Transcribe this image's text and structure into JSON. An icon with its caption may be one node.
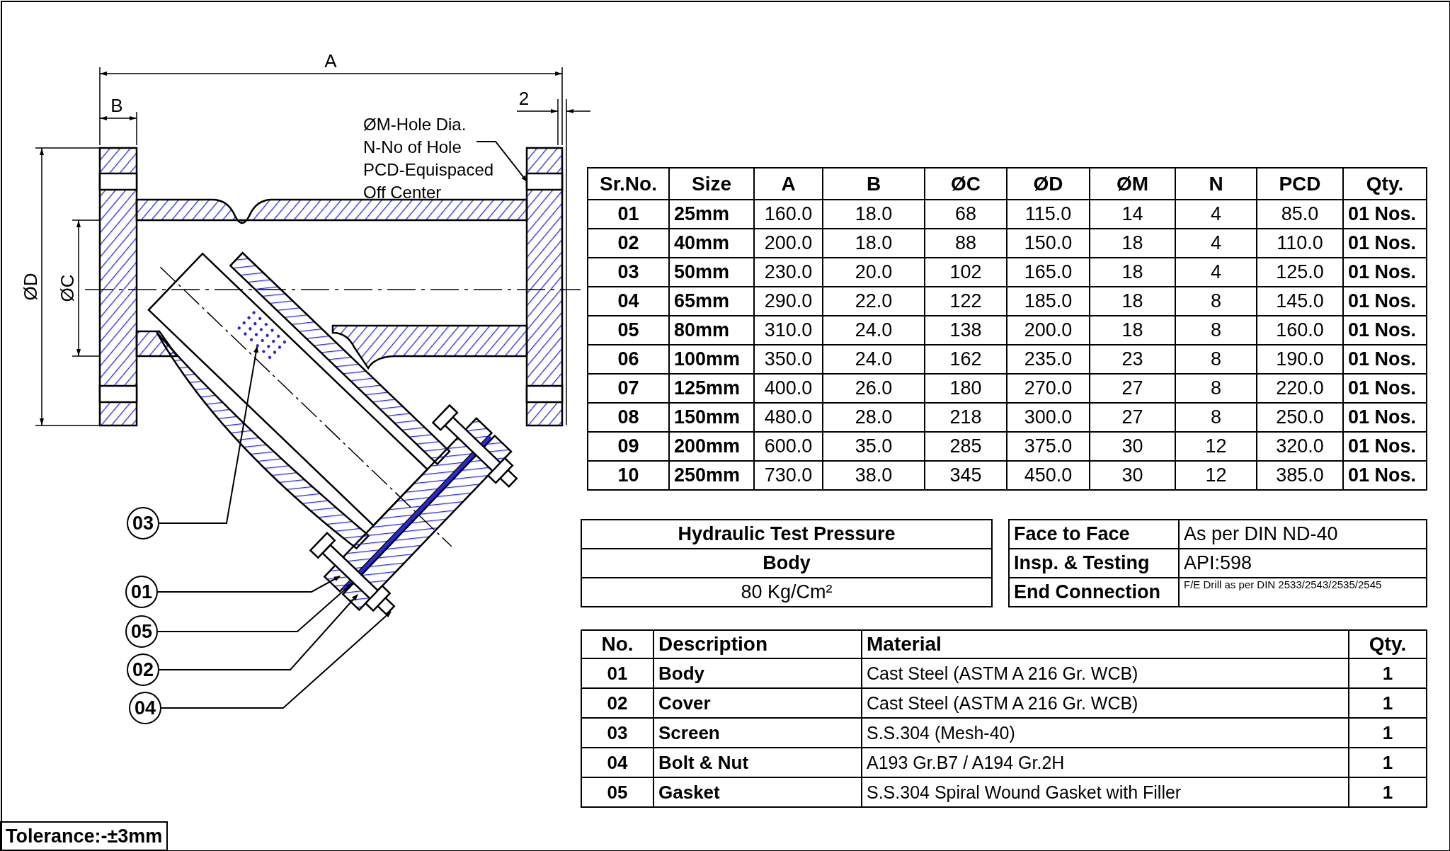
{
  "diagram": {
    "nodes": [
      {
        "text": [
          "ØM-Hole Dia. N-No of Hole PCD-Equispaced Off Center"
        ]
      },
      {
        "text": [
          "03"
        ]
      },
      {
        "text": [
          "01"
        ]
      },
      {
        "text": [
          "05"
        ]
      },
      {
        "text": [
          "02"
        ]
      },
      {
        "text": [
          "04"
        ]
      }
    ],
    "edges": [
      {
        "from": 0,
        "to": null,
        "arrow": "to"
      },
      {
        "from": 1,
        "to": null,
        "arrow": "to"
      },
      {
        "from": 2,
        "to": null,
        "arrow": "to"
      },
      {
        "from": 3,
        "to": null,
        "arrow": "to"
      },
      {
        "from": 4,
        "to": null,
        "arrow": "to"
      },
      {
        "from": 5,
        "to": null,
        "arrow": "to"
      }
    ],
    "labels": [
      "A",
      "B",
      "2",
      "ØD",
      "ØC",
      "Sr.No.",
      "Size",
      "A",
      "B",
      "ØC",
      "ØD",
      "ØM",
      "N",
      "PCD",
      "Qty.",
      "01",
      "25mm",
      "160.0",
      "18.0",
      "68",
      "115.0",
      "14",
      "4",
      "85.0",
      "01 Nos.",
      "02",
      "40mm",
      "200.0",
      "18.0",
      "88",
      "150.0",
      "18",
      "4",
      "110.0",
      "01 Nos.",
      "03",
      "50mm",
      "230.0",
      "20.0",
      "102",
      "165.0",
      "18",
      "4",
      "125.0",
      "01 Nos.",
      "04",
      "65mm",
      "290.0",
      "22.0",
      "122",
      "185.0",
      "18",
      "8",
      "145.0",
      "01 Nos.",
      "05",
      "80mm",
      "310.0",
      "24.0",
      "138",
      "200.0",
      "18",
      "8",
      "160.0",
      "01 Nos.",
      "06",
      "100mm",
      "350.0",
      "24.0",
      "162",
      "235.0",
      "23",
      "8",
      "190.0",
      "01 Nos.",
      "07",
      "125mm",
      "400.0",
      "26.0",
      "180",
      "270.0",
      "27",
      "8",
      "220.0",
      "01 Nos.",
      "08",
      "150mm",
      "480.0",
      "28.0",
      "218",
      "300.0",
      "27",
      "8",
      "250.0",
      "01 Nos.",
      "09",
      "200mm",
      "600.0",
      "35.0",
      "285",
      "375.0",
      "30",
      "12",
      "320.0",
      "01 Nos.",
      "10",
      "250mm",
      "730.0",
      "38.0",
      "345",
      "450.0",
      "30",
      "12",
      "385.0",
      "01 Nos.",
      "Hydraulic Test Pressure",
      "Body",
      "80 Kg/Cm²",
      "Face to Face",
      "As per DIN ND-40",
      "Insp. & Testing",
      "API:598",
      "End Connection",
      "F/E Drill as per DIN 2533/2543/2535/2545",
      "No.",
      "Description",
      "Material",
      "Qty.",
      "01",
      "Body",
      "Cast Steel (ASTM A 216 Gr. WCB)",
      "1",
      "02",
      "Cover",
      "Cast Steel (ASTM A 216 Gr. WCB)",
      "1",
      "03",
      "Screen",
      "S.S.304 (Mesh-40)",
      "1",
      "04",
      "Bolt & Nut",
      "A193 Gr.B7 / A194 Gr.2H",
      "1",
      "05",
      "Gasket",
      "S.S.304 Spiral Wound Gasket with Filler",
      "1",
      "Tolerance:-±3mm"
    ]
  }
}
